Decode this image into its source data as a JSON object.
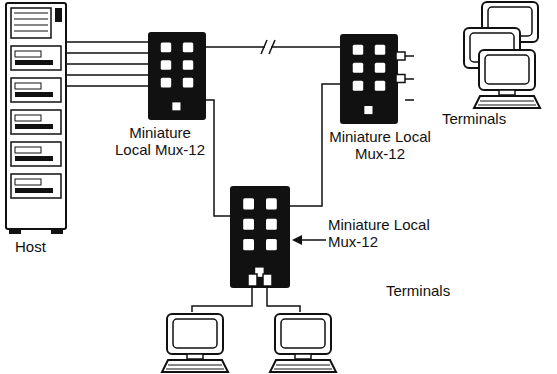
{
  "diagram": {
    "nodes": [
      {
        "text": [
          "Host"
        ]
      },
      {
        "text": [
          "Miniature Local Mux-12"
        ]
      },
      {
        "text": [
          "Miniature Local Mux-12"
        ]
      },
      {
        "text": [
          "Miniature Local Mux-12"
        ]
      },
      {
        "text": [
          "Terminals"
        ]
      },
      {
        "text": [
          "Terminals"
        ]
      }
    ],
    "edges": [
      {
        "from": 0,
        "to": 1,
        "arrow": "none"
      },
      {
        "from": 1,
        "to": 2,
        "arrow": "none"
      },
      {
        "from": 1,
        "to": 3,
        "arrow": "none"
      },
      {
        "from": 2,
        "to": 3,
        "arrow": "none"
      },
      {
        "from": 2,
        "to": 4,
        "arrow": "none"
      },
      {
        "from": 3,
        "to": 5,
        "arrow": "none"
      }
    ]
  }
}
